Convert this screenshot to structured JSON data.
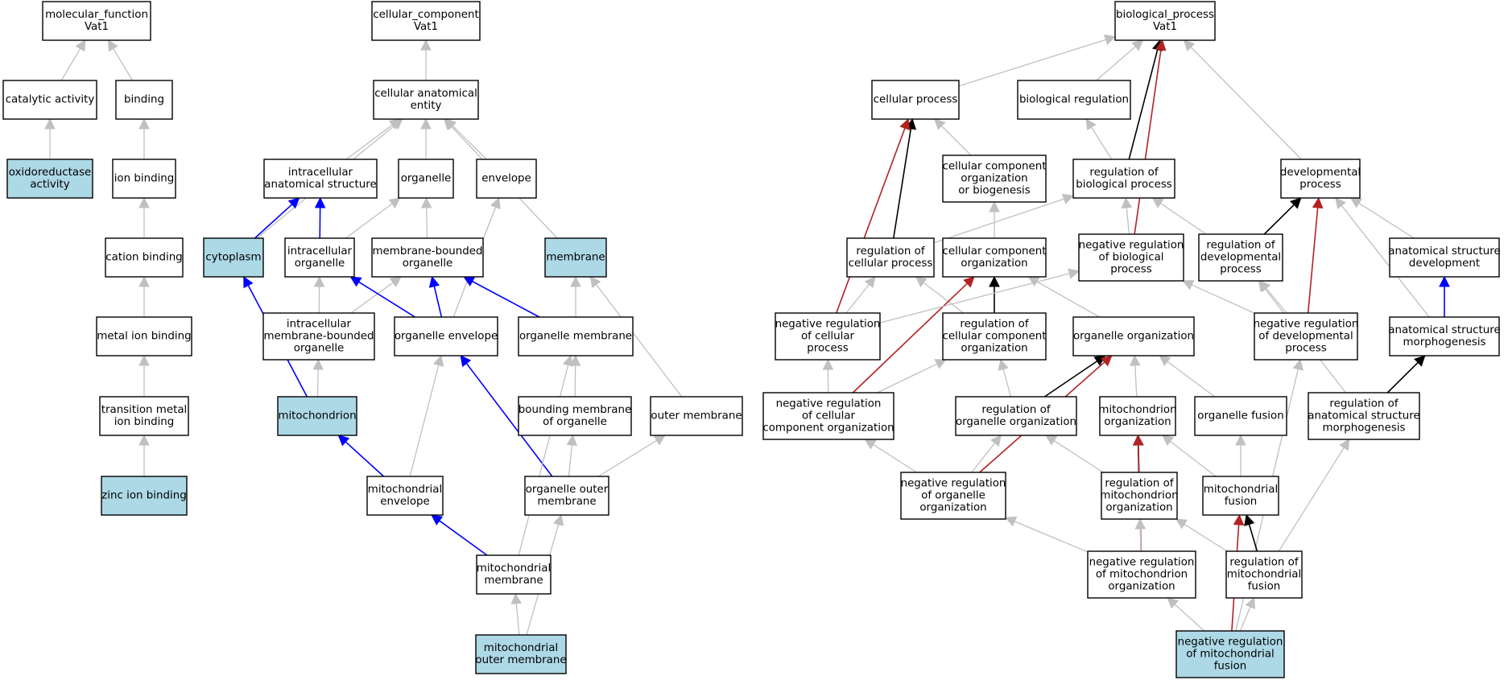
{
  "colors": {
    "node_fill": "#ffffff",
    "highlight_fill": "#add8e6",
    "is_a": "#c0c0c0",
    "part_of": "#0000ff",
    "regulates": "#000000",
    "negatively_regulates": "#b22222"
  },
  "nodes": [
    {
      "id": "mf",
      "lines": [
        "molecular_function",
        "Vat1"
      ],
      "highlighted": false
    },
    {
      "id": "catalytic",
      "lines": [
        "catalytic activity"
      ],
      "highlighted": false
    },
    {
      "id": "binding",
      "lines": [
        "binding"
      ],
      "highlighted": false
    },
    {
      "id": "oxidoreductase",
      "lines": [
        "oxidoreductase",
        "activity"
      ],
      "highlighted": true
    },
    {
      "id": "ion_binding",
      "lines": [
        "ion binding"
      ],
      "highlighted": false
    },
    {
      "id": "cation_binding",
      "lines": [
        "cation binding"
      ],
      "highlighted": false
    },
    {
      "id": "metal_ion_binding",
      "lines": [
        "metal ion binding"
      ],
      "highlighted": false
    },
    {
      "id": "tm_ion_binding",
      "lines": [
        "transition metal",
        "ion binding"
      ],
      "highlighted": false
    },
    {
      "id": "zinc_ion_binding",
      "lines": [
        "zinc ion binding"
      ],
      "highlighted": true
    },
    {
      "id": "cc",
      "lines": [
        "cellular_component",
        "Vat1"
      ],
      "highlighted": false
    },
    {
      "id": "cae",
      "lines": [
        "cellular anatomical",
        "entity"
      ],
      "highlighted": false
    },
    {
      "id": "ias",
      "lines": [
        "intracellular",
        "anatomical structure"
      ],
      "highlighted": false
    },
    {
      "id": "organelle",
      "lines": [
        "organelle"
      ],
      "highlighted": false
    },
    {
      "id": "envelope",
      "lines": [
        "envelope"
      ],
      "highlighted": false
    },
    {
      "id": "cytoplasm",
      "lines": [
        "cytoplasm"
      ],
      "highlighted": true
    },
    {
      "id": "intra_org",
      "lines": [
        "intracellular",
        "organelle"
      ],
      "highlighted": false
    },
    {
      "id": "mb_org",
      "lines": [
        "membrane-bounded",
        "organelle"
      ],
      "highlighted": false
    },
    {
      "id": "membrane",
      "lines": [
        "membrane"
      ],
      "highlighted": true
    },
    {
      "id": "imbo",
      "lines": [
        "intracellular",
        "membrane-bounded",
        "organelle"
      ],
      "highlighted": false
    },
    {
      "id": "org_env",
      "lines": [
        "organelle envelope"
      ],
      "highlighted": false
    },
    {
      "id": "org_mem",
      "lines": [
        "organelle membrane"
      ],
      "highlighted": false
    },
    {
      "id": "mitochondrion",
      "lines": [
        "mitochondrion"
      ],
      "highlighted": true
    },
    {
      "id": "bmo",
      "lines": [
        "bounding membrane",
        "of organelle"
      ],
      "highlighted": false
    },
    {
      "id": "outer_mem",
      "lines": [
        "outer membrane"
      ],
      "highlighted": false
    },
    {
      "id": "mito_env",
      "lines": [
        "mitochondrial",
        "envelope"
      ],
      "highlighted": false
    },
    {
      "id": "oom",
      "lines": [
        "organelle outer",
        "membrane"
      ],
      "highlighted": false
    },
    {
      "id": "mito_mem",
      "lines": [
        "mitochondrial",
        "membrane"
      ],
      "highlighted": false
    },
    {
      "id": "mom",
      "lines": [
        "mitochondrial",
        "outer membrane"
      ],
      "highlighted": true
    },
    {
      "id": "bp",
      "lines": [
        "biological_process",
        "Vat1"
      ],
      "highlighted": false
    },
    {
      "id": "cell_proc",
      "lines": [
        "cellular process"
      ],
      "highlighted": false
    },
    {
      "id": "bio_reg",
      "lines": [
        "biological regulation"
      ],
      "highlighted": false
    },
    {
      "id": "ccob",
      "lines": [
        "cellular component",
        "organization",
        "or biogenesis"
      ],
      "highlighted": false
    },
    {
      "id": "reg_bp",
      "lines": [
        "regulation of",
        "biological process"
      ],
      "highlighted": false
    },
    {
      "id": "dev_proc",
      "lines": [
        "developmental",
        "process"
      ],
      "highlighted": false
    },
    {
      "id": "reg_cp",
      "lines": [
        "regulation of",
        "cellular process"
      ],
      "highlighted": false
    },
    {
      "id": "cco",
      "lines": [
        "cellular component",
        "organization"
      ],
      "highlighted": false
    },
    {
      "id": "neg_reg_bp",
      "lines": [
        "negative regulation",
        "of biological",
        "process"
      ],
      "highlighted": false
    },
    {
      "id": "reg_dev",
      "lines": [
        "regulation of",
        "developmental",
        "process"
      ],
      "highlighted": false
    },
    {
      "id": "asd",
      "lines": [
        "anatomical structure",
        "development"
      ],
      "highlighted": false
    },
    {
      "id": "neg_reg_cp",
      "lines": [
        "negative regulation",
        "of cellular",
        "process"
      ],
      "highlighted": false
    },
    {
      "id": "reg_cco",
      "lines": [
        "regulation of",
        "cellular component",
        "organization"
      ],
      "highlighted": false
    },
    {
      "id": "org_org",
      "lines": [
        "organelle organization"
      ],
      "highlighted": false
    },
    {
      "id": "neg_reg_dev",
      "lines": [
        "negative regulation",
        "of developmental",
        "process"
      ],
      "highlighted": false
    },
    {
      "id": "asm",
      "lines": [
        "anatomical structure",
        "morphogenesis"
      ],
      "highlighted": false
    },
    {
      "id": "neg_reg_cco",
      "lines": [
        "negative regulation",
        "of cellular",
        "component organization"
      ],
      "highlighted": false
    },
    {
      "id": "reg_oo",
      "lines": [
        "regulation of",
        "organelle organization"
      ],
      "highlighted": false
    },
    {
      "id": "mito_org",
      "lines": [
        "mitochondrion",
        "organization"
      ],
      "highlighted": false
    },
    {
      "id": "org_fusion",
      "lines": [
        "organelle fusion"
      ],
      "highlighted": false
    },
    {
      "id": "reg_asm",
      "lines": [
        "regulation of",
        "anatomical structure",
        "morphogenesis"
      ],
      "highlighted": false
    },
    {
      "id": "neg_reg_oo",
      "lines": [
        "negative regulation",
        "of organelle",
        "organization"
      ],
      "highlighted": false
    },
    {
      "id": "reg_mo",
      "lines": [
        "regulation of",
        "mitochondrion",
        "organization"
      ],
      "highlighted": false
    },
    {
      "id": "mito_fusion",
      "lines": [
        "mitochondrial",
        "fusion"
      ],
      "highlighted": false
    },
    {
      "id": "neg_reg_mo",
      "lines": [
        "negative regulation",
        "of mitochondrion",
        "organization"
      ],
      "highlighted": false
    },
    {
      "id": "reg_mf",
      "lines": [
        "regulation of",
        "mitochondrial",
        "fusion"
      ],
      "highlighted": false
    },
    {
      "id": "neg_reg_mf",
      "lines": [
        "negative regulation",
        "of mitochondrial",
        "fusion"
      ],
      "highlighted": true
    }
  ],
  "edges": [
    {
      "from": "catalytic",
      "to": "mf",
      "type": "is_a"
    },
    {
      "from": "binding",
      "to": "mf",
      "type": "is_a"
    },
    {
      "from": "oxidoreductase",
      "to": "catalytic",
      "type": "is_a"
    },
    {
      "from": "ion_binding",
      "to": "binding",
      "type": "is_a"
    },
    {
      "from": "cation_binding",
      "to": "ion_binding",
      "type": "is_a"
    },
    {
      "from": "metal_ion_binding",
      "to": "cation_binding",
      "type": "is_a"
    },
    {
      "from": "tm_ion_binding",
      "to": "metal_ion_binding",
      "type": "is_a"
    },
    {
      "from": "zinc_ion_binding",
      "to": "tm_ion_binding",
      "type": "is_a"
    },
    {
      "from": "cae",
      "to": "cc",
      "type": "is_a"
    },
    {
      "from": "ias",
      "to": "cae",
      "type": "is_a"
    },
    {
      "from": "organelle",
      "to": "cae",
      "type": "is_a"
    },
    {
      "from": "envelope",
      "to": "cae",
      "type": "is_a"
    },
    {
      "from": "cytoplasm",
      "to": "cae",
      "type": "is_a"
    },
    {
      "from": "membrane",
      "to": "cae",
      "type": "is_a"
    },
    {
      "from": "cytoplasm",
      "to": "ias",
      "type": "part_of"
    },
    {
      "from": "intra_org",
      "to": "ias",
      "type": "part_of"
    },
    {
      "from": "intra_org",
      "to": "organelle",
      "type": "is_a"
    },
    {
      "from": "mb_org",
      "to": "organelle",
      "type": "is_a"
    },
    {
      "from": "imbo",
      "to": "intra_org",
      "type": "is_a"
    },
    {
      "from": "imbo",
      "to": "mb_org",
      "type": "is_a"
    },
    {
      "from": "org_env",
      "to": "intra_org",
      "type": "part_of"
    },
    {
      "from": "org_env",
      "to": "mb_org",
      "type": "part_of"
    },
    {
      "from": "org_env",
      "to": "envelope",
      "type": "is_a"
    },
    {
      "from": "org_mem",
      "to": "mb_org",
      "type": "part_of"
    },
    {
      "from": "org_mem",
      "to": "membrane",
      "type": "is_a"
    },
    {
      "from": "mitochondrion",
      "to": "imbo",
      "type": "is_a"
    },
    {
      "from": "mitochondrion",
      "to": "cytoplasm",
      "type": "part_of"
    },
    {
      "from": "bmo",
      "to": "org_mem",
      "type": "is_a"
    },
    {
      "from": "outer_mem",
      "to": "membrane",
      "type": "is_a"
    },
    {
      "from": "mito_env",
      "to": "org_env",
      "type": "is_a"
    },
    {
      "from": "mito_env",
      "to": "mitochondrion",
      "type": "part_of"
    },
    {
      "from": "oom",
      "to": "bmo",
      "type": "is_a"
    },
    {
      "from": "oom",
      "to": "outer_mem",
      "type": "is_a"
    },
    {
      "from": "oom",
      "to": "org_env",
      "type": "part_of"
    },
    {
      "from": "mito_mem",
      "to": "mito_env",
      "type": "part_of"
    },
    {
      "from": "mito_mem",
      "to": "org_mem",
      "type": "is_a"
    },
    {
      "from": "mom",
      "to": "mito_mem",
      "type": "is_a"
    },
    {
      "from": "mom",
      "to": "oom",
      "type": "is_a"
    },
    {
      "from": "cell_proc",
      "to": "bp",
      "type": "is_a"
    },
    {
      "from": "bio_reg",
      "to": "bp",
      "type": "is_a"
    },
    {
      "from": "reg_bp",
      "to": "bp",
      "type": "regulates"
    },
    {
      "from": "neg_reg_bp",
      "to": "bp",
      "type": "negatively_regulates"
    },
    {
      "from": "dev_proc",
      "to": "bp",
      "type": "is_a"
    },
    {
      "from": "ccob",
      "to": "cell_proc",
      "type": "is_a"
    },
    {
      "from": "reg_bp",
      "to": "bio_reg",
      "type": "is_a"
    },
    {
      "from": "reg_cp",
      "to": "cell_proc",
      "type": "regulates"
    },
    {
      "from": "neg_reg_cp",
      "to": "cell_proc",
      "type": "negatively_regulates"
    },
    {
      "from": "cco",
      "to": "ccob",
      "type": "is_a"
    },
    {
      "from": "reg_cp",
      "to": "reg_bp",
      "type": "is_a"
    },
    {
      "from": "neg_reg_bp",
      "to": "reg_bp",
      "type": "is_a"
    },
    {
      "from": "reg_dev",
      "to": "reg_bp",
      "type": "is_a"
    },
    {
      "from": "reg_dev",
      "to": "dev_proc",
      "type": "regulates"
    },
    {
      "from": "neg_reg_dev",
      "to": "dev_proc",
      "type": "negatively_regulates"
    },
    {
      "from": "asd",
      "to": "dev_proc",
      "type": "is_a"
    },
    {
      "from": "asm",
      "to": "dev_proc",
      "type": "is_a"
    },
    {
      "from": "neg_reg_cp",
      "to": "reg_cp",
      "type": "is_a"
    },
    {
      "from": "reg_cco",
      "to": "reg_cp",
      "type": "is_a"
    },
    {
      "from": "reg_cco",
      "to": "cco",
      "type": "regulates"
    },
    {
      "from": "neg_reg_cco",
      "to": "cco",
      "type": "negatively_regulates"
    },
    {
      "from": "org_org",
      "to": "cco",
      "type": "is_a"
    },
    {
      "from": "neg_reg_cp",
      "to": "neg_reg_bp",
      "type": "is_a"
    },
    {
      "from": "neg_reg_dev",
      "to": "neg_reg_bp",
      "type": "is_a"
    },
    {
      "from": "neg_reg_dev",
      "to": "reg_dev",
      "type": "is_a"
    },
    {
      "from": "asm",
      "to": "asd",
      "type": "part_of"
    },
    {
      "from": "neg_reg_cco",
      "to": "neg_reg_cp",
      "type": "is_a"
    },
    {
      "from": "neg_reg_cco",
      "to": "reg_cco",
      "type": "is_a"
    },
    {
      "from": "reg_oo",
      "to": "reg_cco",
      "type": "is_a"
    },
    {
      "from": "reg_oo",
      "to": "org_org",
      "type": "regulates"
    },
    {
      "from": "neg_reg_oo",
      "to": "org_org",
      "type": "negatively_regulates"
    },
    {
      "from": "mito_org",
      "to": "org_org",
      "type": "is_a"
    },
    {
      "from": "org_fusion",
      "to": "org_org",
      "type": "is_a"
    },
    {
      "from": "reg_asm",
      "to": "asm",
      "type": "regulates"
    },
    {
      "from": "reg_asm",
      "to": "reg_dev",
      "type": "is_a"
    },
    {
      "from": "neg_reg_mf",
      "to": "neg_reg_dev",
      "type": "is_a"
    },
    {
      "from": "neg_reg_oo",
      "to": "neg_reg_cco",
      "type": "is_a"
    },
    {
      "from": "neg_reg_oo",
      "to": "reg_oo",
      "type": "is_a"
    },
    {
      "from": "reg_mo",
      "to": "reg_oo",
      "type": "is_a"
    },
    {
      "from": "reg_mo",
      "to": "mito_org",
      "type": "regulates"
    },
    {
      "from": "neg_reg_mo",
      "to": "mito_org",
      "type": "negatively_regulates"
    },
    {
      "from": "mito_fusion",
      "to": "mito_org",
      "type": "is_a"
    },
    {
      "from": "mito_fusion",
      "to": "org_fusion",
      "type": "is_a"
    },
    {
      "from": "reg_mf",
      "to": "reg_asm",
      "type": "is_a"
    },
    {
      "from": "neg_reg_mo",
      "to": "neg_reg_oo",
      "type": "is_a"
    },
    {
      "from": "neg_reg_mo",
      "to": "reg_mo",
      "type": "is_a"
    },
    {
      "from": "reg_mf",
      "to": "reg_mo",
      "type": "is_a"
    },
    {
      "from": "reg_mf",
      "to": "mito_fusion",
      "type": "regulates"
    },
    {
      "from": "neg_reg_mf",
      "to": "mito_fusion",
      "type": "negatively_regulates"
    },
    {
      "from": "neg_reg_mf",
      "to": "neg_reg_mo",
      "type": "is_a"
    },
    {
      "from": "neg_reg_mf",
      "to": "reg_mf",
      "type": "is_a"
    }
  ]
}
